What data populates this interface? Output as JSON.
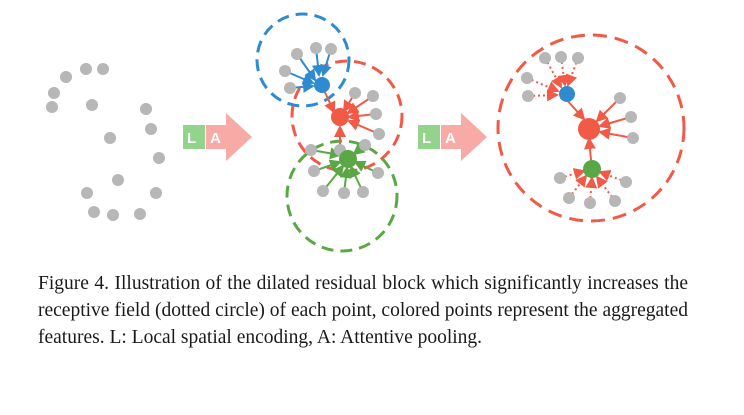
{
  "figure": {
    "arrow_letters": [
      "L",
      "A"
    ],
    "colors": {
      "gray_point": "#b7b7b7",
      "blue": "#2f8bd0",
      "red": "#f05a46",
      "green": "#5aa845",
      "label_L_bg": "#93d38c",
      "label_A_bg": "#f7aaa6"
    }
  },
  "caption": {
    "text": "Figure 4. Illustration of the dilated residual block which significantly increases the receptive field (dotted circle) of each point, colored points represent the aggregated features. L: Local spatial encoding, A: Attentive pooling."
  }
}
